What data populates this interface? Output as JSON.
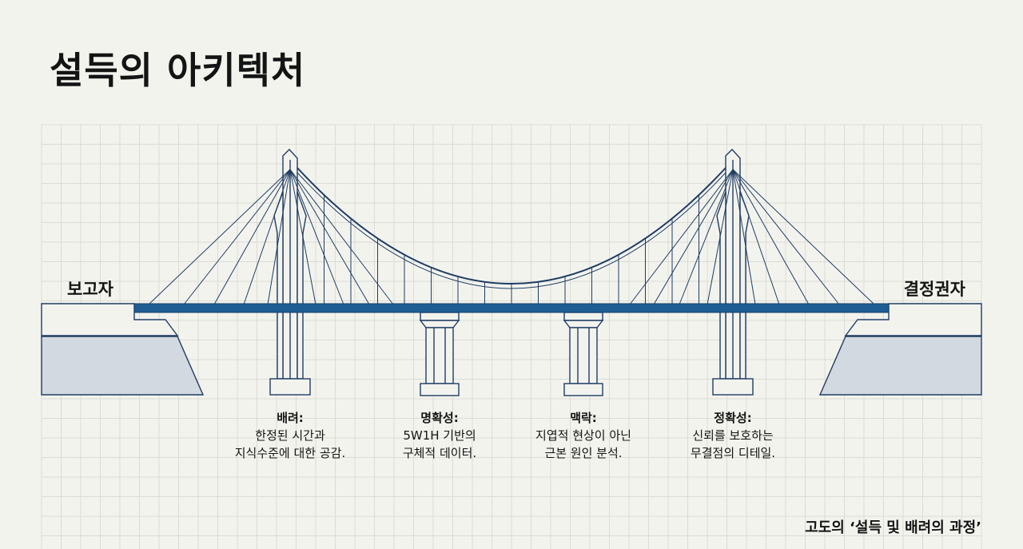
{
  "title": "설득의 아키텍처",
  "ends": {
    "left": "보고자",
    "right": "결정권자"
  },
  "pillars": [
    {
      "title": "배려:",
      "lines": [
        "한정된 시간과",
        "지식수준에 대한 공감."
      ]
    },
    {
      "title": "명확성:",
      "lines": [
        "5W1H 기반의",
        "구체적 데이터."
      ]
    },
    {
      "title": "맥락:",
      "lines": [
        "지엽적 현상이 아닌",
        "근본 원인 분석."
      ]
    },
    {
      "title": "정확성:",
      "lines": [
        "신뢰를 보호하는",
        "무결점의 디테일."
      ]
    }
  ],
  "footer": "고도의 ‘설득 및 배려의 과정’",
  "colors": {
    "background": "#f3f3ee",
    "line": "#1f3d63",
    "deck": "#1e5c94",
    "abutment_fill": "#d3d9e0",
    "grid": "#dcdcd6"
  }
}
